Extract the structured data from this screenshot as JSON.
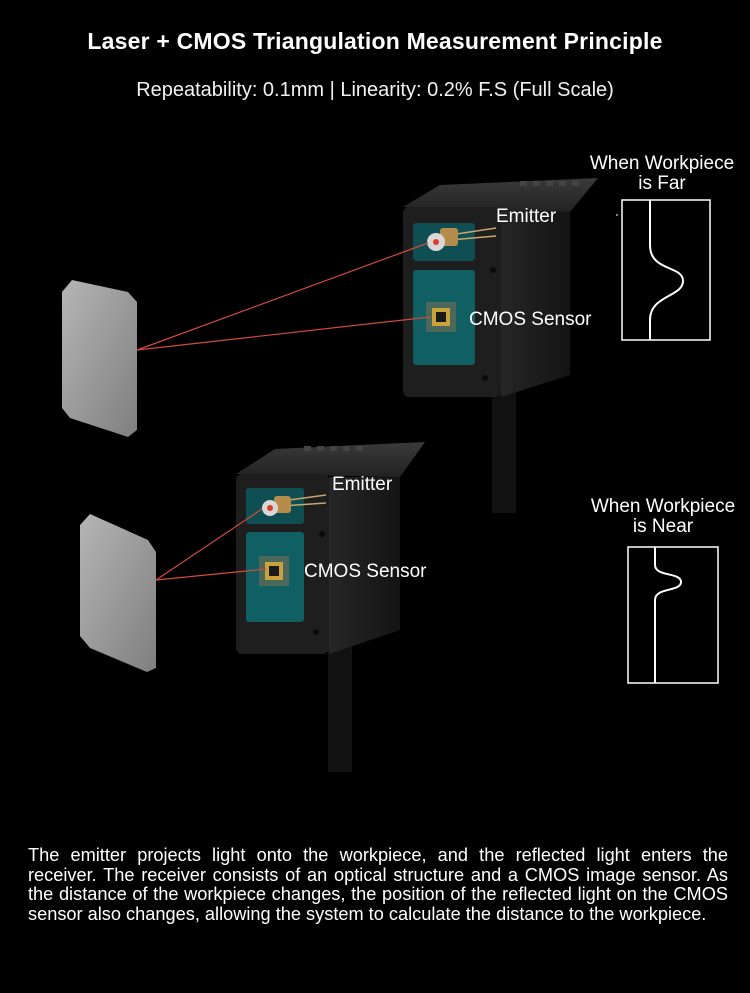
{
  "title": "Laser + CMOS Triangulation Measurement Principle",
  "subtitle": "Repeatability: 0.1mm | Linearity: 0.2% F.S (Full Scale)",
  "far_sensor": {
    "emitter_label": "Emitter",
    "cmos_label": "CMOS Sensor"
  },
  "near_sensor": {
    "emitter_label": "Emitter",
    "cmos_label": "CMOS Sensor"
  },
  "far_plot": {
    "title_line1": "When Workpiece",
    "title_line2": "is Far"
  },
  "near_plot": {
    "title_line1": "When Workpiece",
    "title_line2": "is Near"
  },
  "description": "The emitter projects light onto the workpiece, and the reflected light enters the receiver. The receiver consists of an optical structure and a CMOS image sensor. As the distance of the workpiece changes, the position of the reflected light on the CMOS sensor also changes, allowing the system to calculate the distance to the workpiece.",
  "colors": {
    "background": "#000000",
    "laser": "#d24a3c",
    "sensor_body": "#1c1c1c",
    "sensor_window": "#0f5f63",
    "cmos_chip": "#c8a23a",
    "workpiece": "#9a9a9a"
  }
}
